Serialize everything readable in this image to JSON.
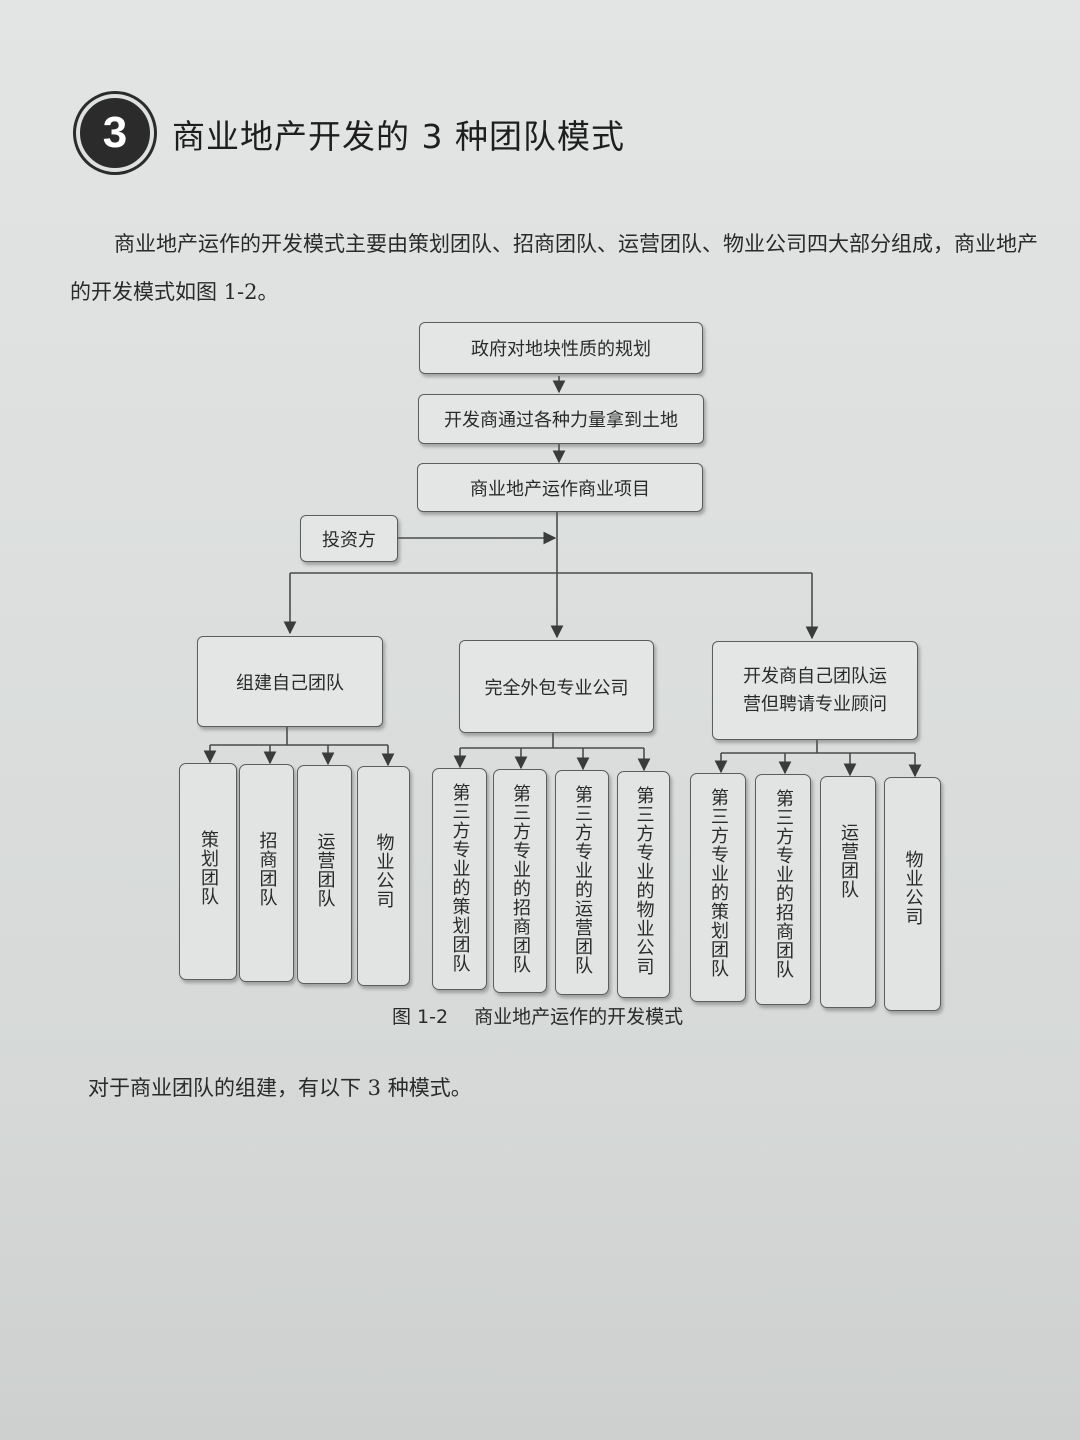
{
  "heading": {
    "number": "3",
    "title": "商业地产开发的 3 种团队模式"
  },
  "paragraph_intro": "商业地产运作的开发模式主要由策划团队、招商团队、运营团队、物业公司四大部分组成，商业地产的开发模式如图 1-2。",
  "diagram": {
    "flow": [
      "政府对地块性质的规划",
      "开发商通过各种力量拿到土地",
      "商业地产运作商业项目"
    ],
    "investor": "投资方",
    "modes": [
      {
        "label": "组建自己团队",
        "teams": [
          "策划团队",
          "招商团队",
          "运营团队",
          "物业公司"
        ]
      },
      {
        "label": "完全外包专业公司",
        "teams": [
          "第三方专业的策划团队",
          "第三方专业的招商团队",
          "第三方专业的运营团队",
          "第三方专业的物业公司"
        ]
      },
      {
        "label": "开发商自己团队运营但聘请专业顾问",
        "teams": [
          "第三方专业的策划团队",
          "第三方专业的招商团队",
          "运营团队",
          "物业公司"
        ]
      }
    ],
    "caption_number": "图 1-2",
    "caption_title": "商业地产运作的开发模式"
  },
  "paragraph_after": "对于商业团队的组建，有以下 3 种模式。",
  "colors": {
    "ink": "#2a2a2a",
    "box_border": "#5b5e5d",
    "paper": "#e3e5e4"
  }
}
